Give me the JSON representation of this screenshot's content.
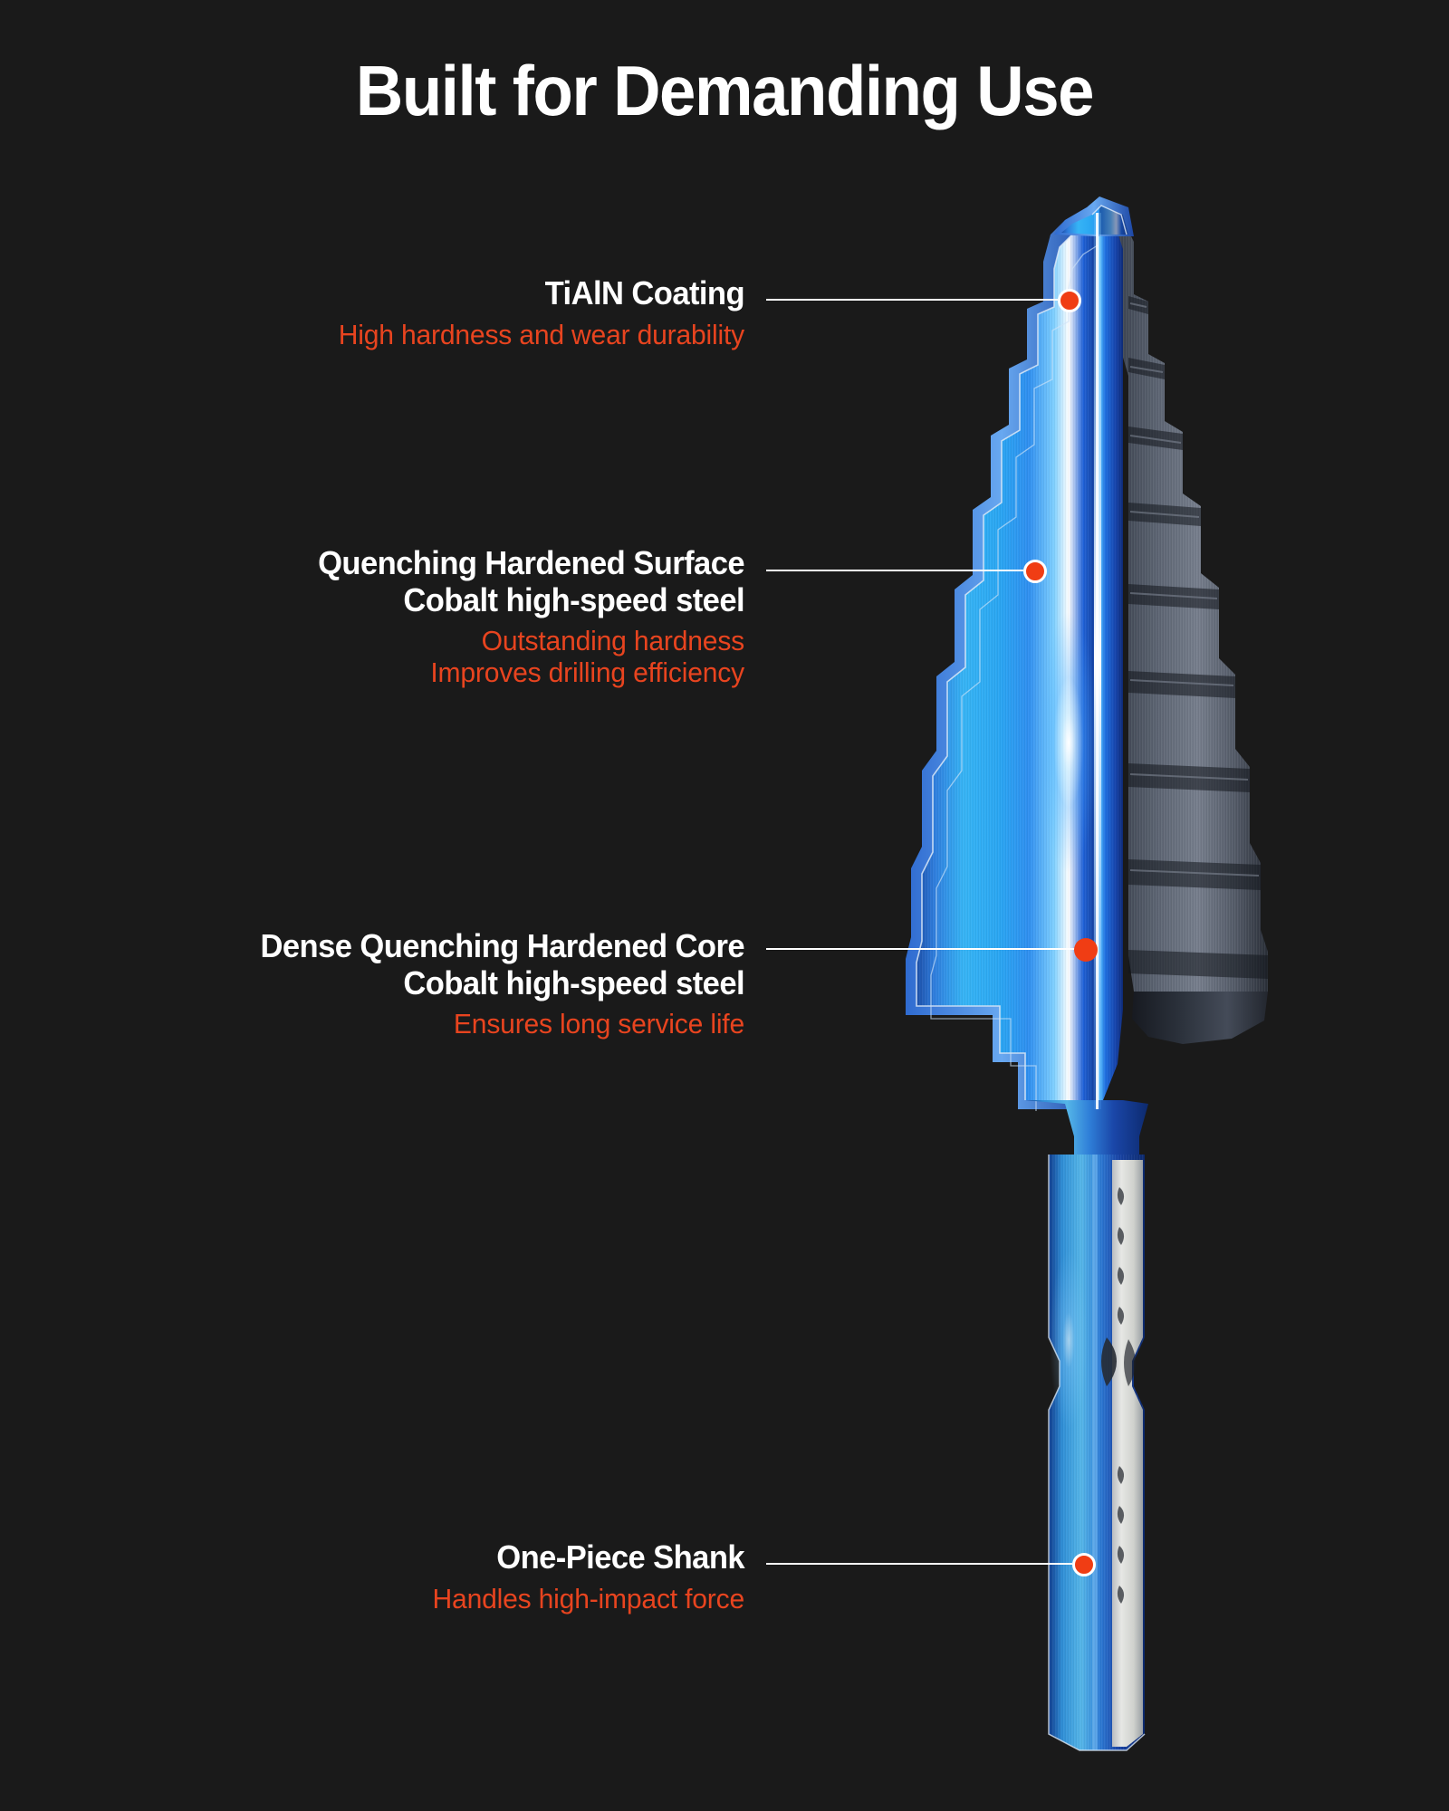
{
  "page": {
    "title": "Built for Demanding Use",
    "background_color": "#1a1a1a",
    "accent_color": "#e8441f",
    "marker_color": "#f03d14",
    "text_color": "#ffffff"
  },
  "callouts": [
    {
      "id": "tialn-coating",
      "title_lines": [
        "TiAlN Coating"
      ],
      "sub_lines": [
        "High hardness and wear durability"
      ]
    },
    {
      "id": "quenching-hardened-surface",
      "title_lines": [
        "Quenching Hardened Surface",
        "Cobalt high-speed steel"
      ],
      "sub_lines": [
        "Outstanding hardness",
        "Improves drilling efficiency"
      ]
    },
    {
      "id": "dense-quenching-hardened-core",
      "title_lines": [
        "Dense Quenching Hardened Core",
        "Cobalt high-speed steel"
      ],
      "sub_lines": [
        "Ensures long service life"
      ]
    },
    {
      "id": "one-piece-shank",
      "title_lines": [
        "One-Piece Shank"
      ],
      "sub_lines": [
        "Handles high-impact force"
      ]
    }
  ],
  "product": {
    "name": "step-drill-bit",
    "description": "Cutaway stepped cone drill bit, blue TiAlN coated cross-section with dark steel stepped exterior and hex shank"
  }
}
